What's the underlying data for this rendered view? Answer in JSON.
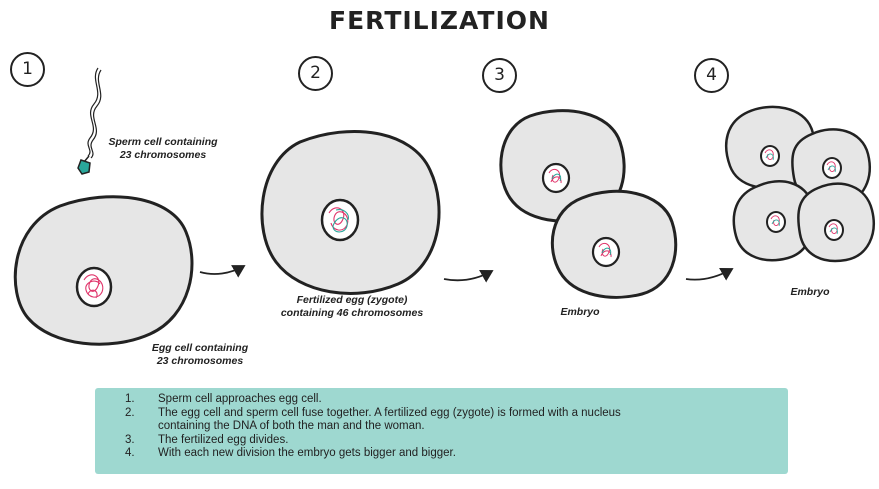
{
  "title": "FERTILIZATION",
  "steps": [
    {
      "number": "1"
    },
    {
      "number": "2"
    },
    {
      "number": "3"
    },
    {
      "number": "4"
    }
  ],
  "labels": {
    "sperm": [
      "Sperm cell containing",
      "23 chromosomes"
    ],
    "egg": [
      "Egg cell containing",
      "23 chromosomes"
    ],
    "zygote": [
      "Fertilized egg (zygote)",
      "containing 46 chromosomes"
    ],
    "embryo_3": "Embryo",
    "embryo_4": "Embryo"
  },
  "legend": [
    {
      "n": "1.",
      "text": "Sperm cell approaches egg cell."
    },
    {
      "n": "2.",
      "text": "The egg cell and sperm cell fuse together. A fertilized egg (zygote) is formed with a nucleus containing the DNA of both the man and the woman."
    },
    {
      "n": "3.",
      "text": "The fertilized egg divides."
    },
    {
      "n": "4.",
      "text": "With each new division the embryo gets bigger and bigger."
    }
  ],
  "colors": {
    "cell_fill": "#e6e6e6",
    "outline": "#222222",
    "egg_dna": "#e0356b",
    "sperm_dna": "#2aa79b",
    "legend_bg": "#9ed8d0"
  }
}
